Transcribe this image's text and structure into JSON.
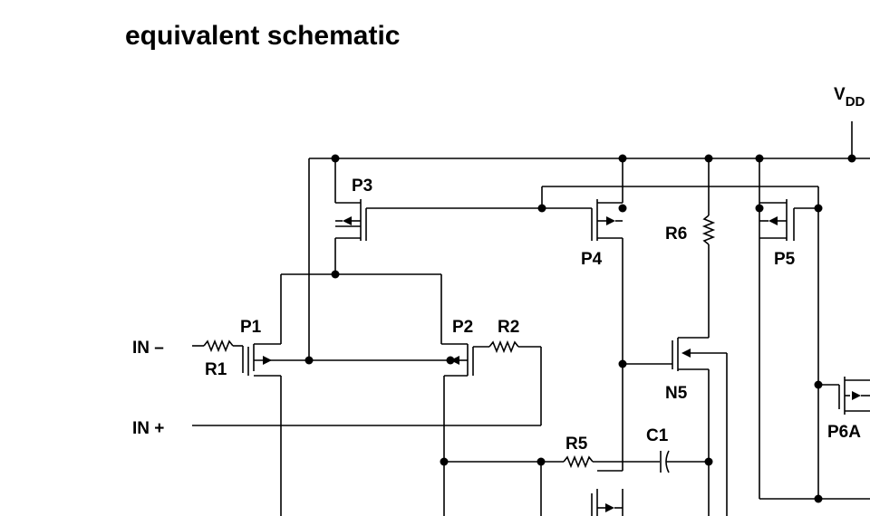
{
  "title": "equivalent schematic",
  "supply": {
    "label": "V",
    "subscript": "DD"
  },
  "inputs": {
    "in_minus": "IN –",
    "in_plus": "IN +"
  },
  "transistors": {
    "p1": "P1",
    "p2": "P2",
    "p3": "P3",
    "p4": "P4",
    "p5": "P5",
    "n5": "N5",
    "p6a": "P6A"
  },
  "resistors": {
    "r1": "R1",
    "r2": "R2",
    "r5": "R5",
    "r6": "R6"
  },
  "capacitors": {
    "c1": "C1"
  }
}
